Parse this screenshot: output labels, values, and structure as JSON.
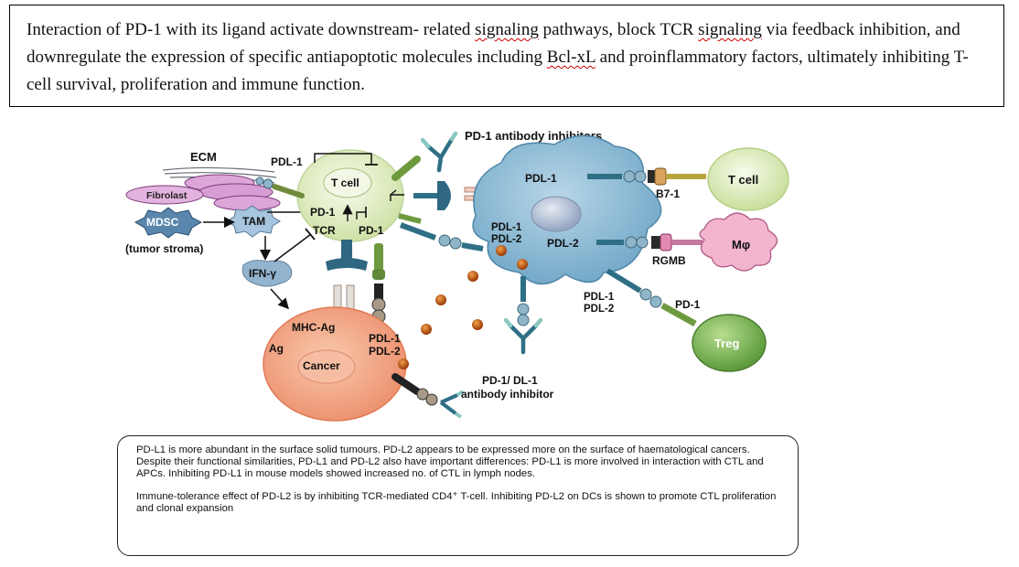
{
  "caption": {
    "part1": "Interaction of PD-1 with its ligand activate downstream- related ",
    "w1": "signaling",
    "part2": " pathways, block TCR ",
    "w2": "signaling",
    "part3": " via feedback inhibition, and downregulate the expression of specific antiapoptotic molecules including ",
    "w3": "Bcl-xL",
    "part4": " and proinflammatory factors, ultimately inhibiting T-cell survival, proliferation and immune function."
  },
  "diagram": {
    "pd1_antibody_inhibitors": "PD-1 antibody inhibitors",
    "ecm": "ECM",
    "fibroblast": "Fibrolast",
    "mdsc": "MDSC",
    "tumor_stroma": "(tumor stroma)",
    "tam": "TAM",
    "ifn": "IFN-γ",
    "pdl1_top": "PDL-1",
    "tcell_center": "T cell",
    "pd1_left": "PD-1",
    "tcr": "TCR",
    "pd1_right": "PD-1",
    "mhc_ag": "MHC-Ag",
    "ag": "Ag",
    "cancer": "Cancer",
    "cancer_pdl1": "PDL-1",
    "cancer_pdl2": "PDL-2",
    "apc_pdl1_top": "PDL-1",
    "b7_1": "B7-1",
    "tcell_right": "T cell",
    "apc_pdl1_mid": "PDL-1",
    "apc_pdl2_mid": "PDL-2",
    "apc_pdl2_right": "PDL-2",
    "macrophage": "Mφ",
    "rgmb": "RGMB",
    "apc_pdl1_low": "PDL-1",
    "apc_pdl2_low": "PDL-2",
    "treg_pd1": "PD-1",
    "treg": "Treg",
    "dl1_inhibitor_line1": "PD-1/ DL-1",
    "dl1_inhibitor_line2": "antibody inhibitor"
  },
  "notes": {
    "para1": "PD-L1 is more abundant in the surface solid tumours. PD-L2 appears to be expressed more on the surface of haematological cancers. Despite their functional similarities, PD-L1 and PD-L2 also have important differences: PD-L1 is more involved in interaction with CTL and APCs. Inhibiting PD-L1 in mouse models showed increased no. of CTL in lymph nodes.",
    "para2": "Immune-tolerance effect of PD-L2 is by inhibiting TCR-mediated CD4⁺ T-cell. Inhibiting PD-L2 on DCs is shown to promote CTL proliferation and clonal expansion"
  },
  "colors": {
    "tcell": "#e3efc4",
    "apc": "#86b6d3",
    "cancer": "#f1a584",
    "treg": "#7fb45a",
    "macrophage": "#f4b6d0",
    "fibroblast": "#d59fd4",
    "mdsc": "#4e7ca4",
    "receptor": "#2f6f86"
  }
}
